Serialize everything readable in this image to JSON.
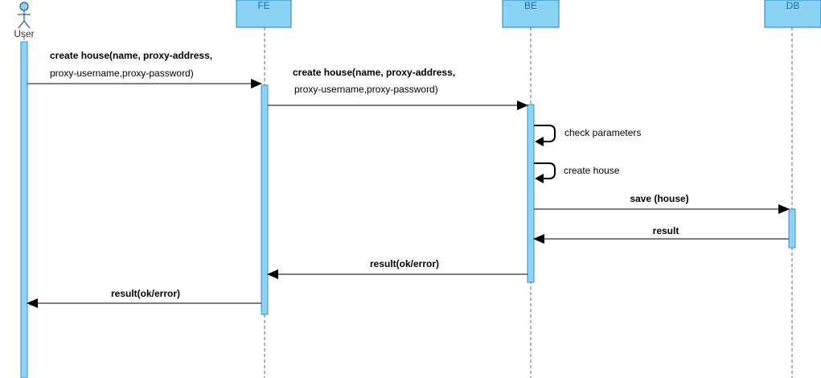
{
  "participants": {
    "user": "User",
    "fe": "FE",
    "be": "BE",
    "db": "DB"
  },
  "messages": {
    "m1_line1": "create house(name, proxy-address,",
    "m1_line2": "proxy-username,proxy-password)",
    "m2_line1": "create house(name, proxy-address,",
    "m2_line2": "proxy-username,proxy-password)",
    "m3": "check parameters",
    "m4": "create house",
    "m5": "save (house)",
    "m6": "result",
    "m7": "result(ok/error)",
    "m8": "result(ok/error)"
  },
  "colors": {
    "activation": "#8ad3f5",
    "header_border": "#1f7fb8",
    "header_text": "#1a6a9e"
  }
}
